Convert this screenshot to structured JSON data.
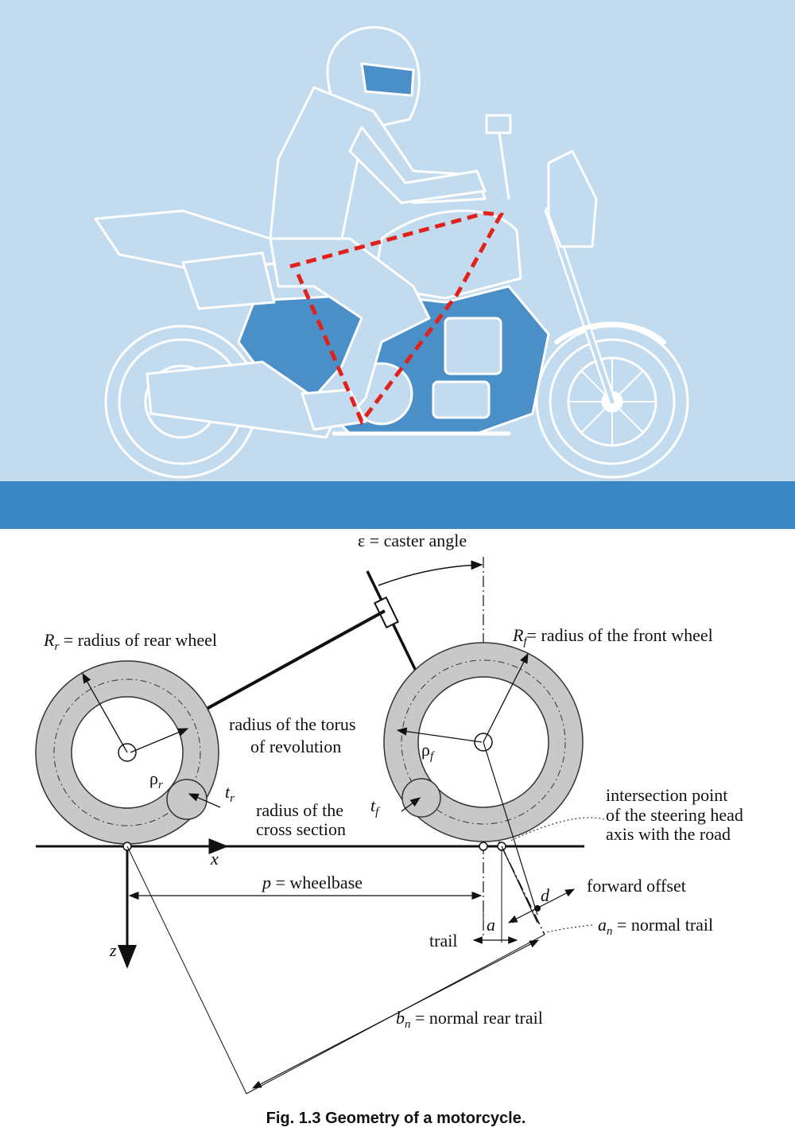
{
  "colors": {
    "sky": "#c3dbee",
    "ground": "#3a86c2",
    "bike_line": "#ffffff",
    "bike_fill": "#4a8fc8",
    "triangle": "#e0221b",
    "tire": "#c8c8c8"
  },
  "illustration": {
    "subject": "motorcycle-with-rider-icon"
  },
  "diagram": {
    "caster_label": "ε = caster angle",
    "rear_radius": {
      "symbol": "R",
      "sub": "r",
      "text": " = radius of rear wheel"
    },
    "front_radius": {
      "symbol": "R",
      "sub": "f",
      "text": "= radius of the front wheel"
    },
    "torus_label": [
      "radius of the torus",
      "of revolution"
    ],
    "rho_r": {
      "symbol": "ρ",
      "sub": "r"
    },
    "rho_f": {
      "symbol": "ρ",
      "sub": "f"
    },
    "t_r": {
      "symbol": "t",
      "sub": "r"
    },
    "t_f": {
      "symbol": "t",
      "sub": "f"
    },
    "cross_section_label": [
      "radius of the",
      "cross section"
    ],
    "intersection_label": [
      "intersection  point",
      "of the steering head",
      "axis with the road"
    ],
    "x_axis": "x",
    "z_axis": "z",
    "wheelbase": {
      "symbol": "p",
      "text": " = wheelbase"
    },
    "forward_offset": {
      "symbol": "d",
      "text": "forward offset"
    },
    "trail": {
      "symbol": "a",
      "text": "trail"
    },
    "normal_trail": {
      "symbol": "a",
      "sub": "n",
      "text": " = normal trail"
    },
    "normal_rear_trail": {
      "symbol": "b",
      "sub": "n",
      "text": " = normal rear trail"
    }
  },
  "caption": "Fig. 1.3 Geometry of a motorcycle."
}
